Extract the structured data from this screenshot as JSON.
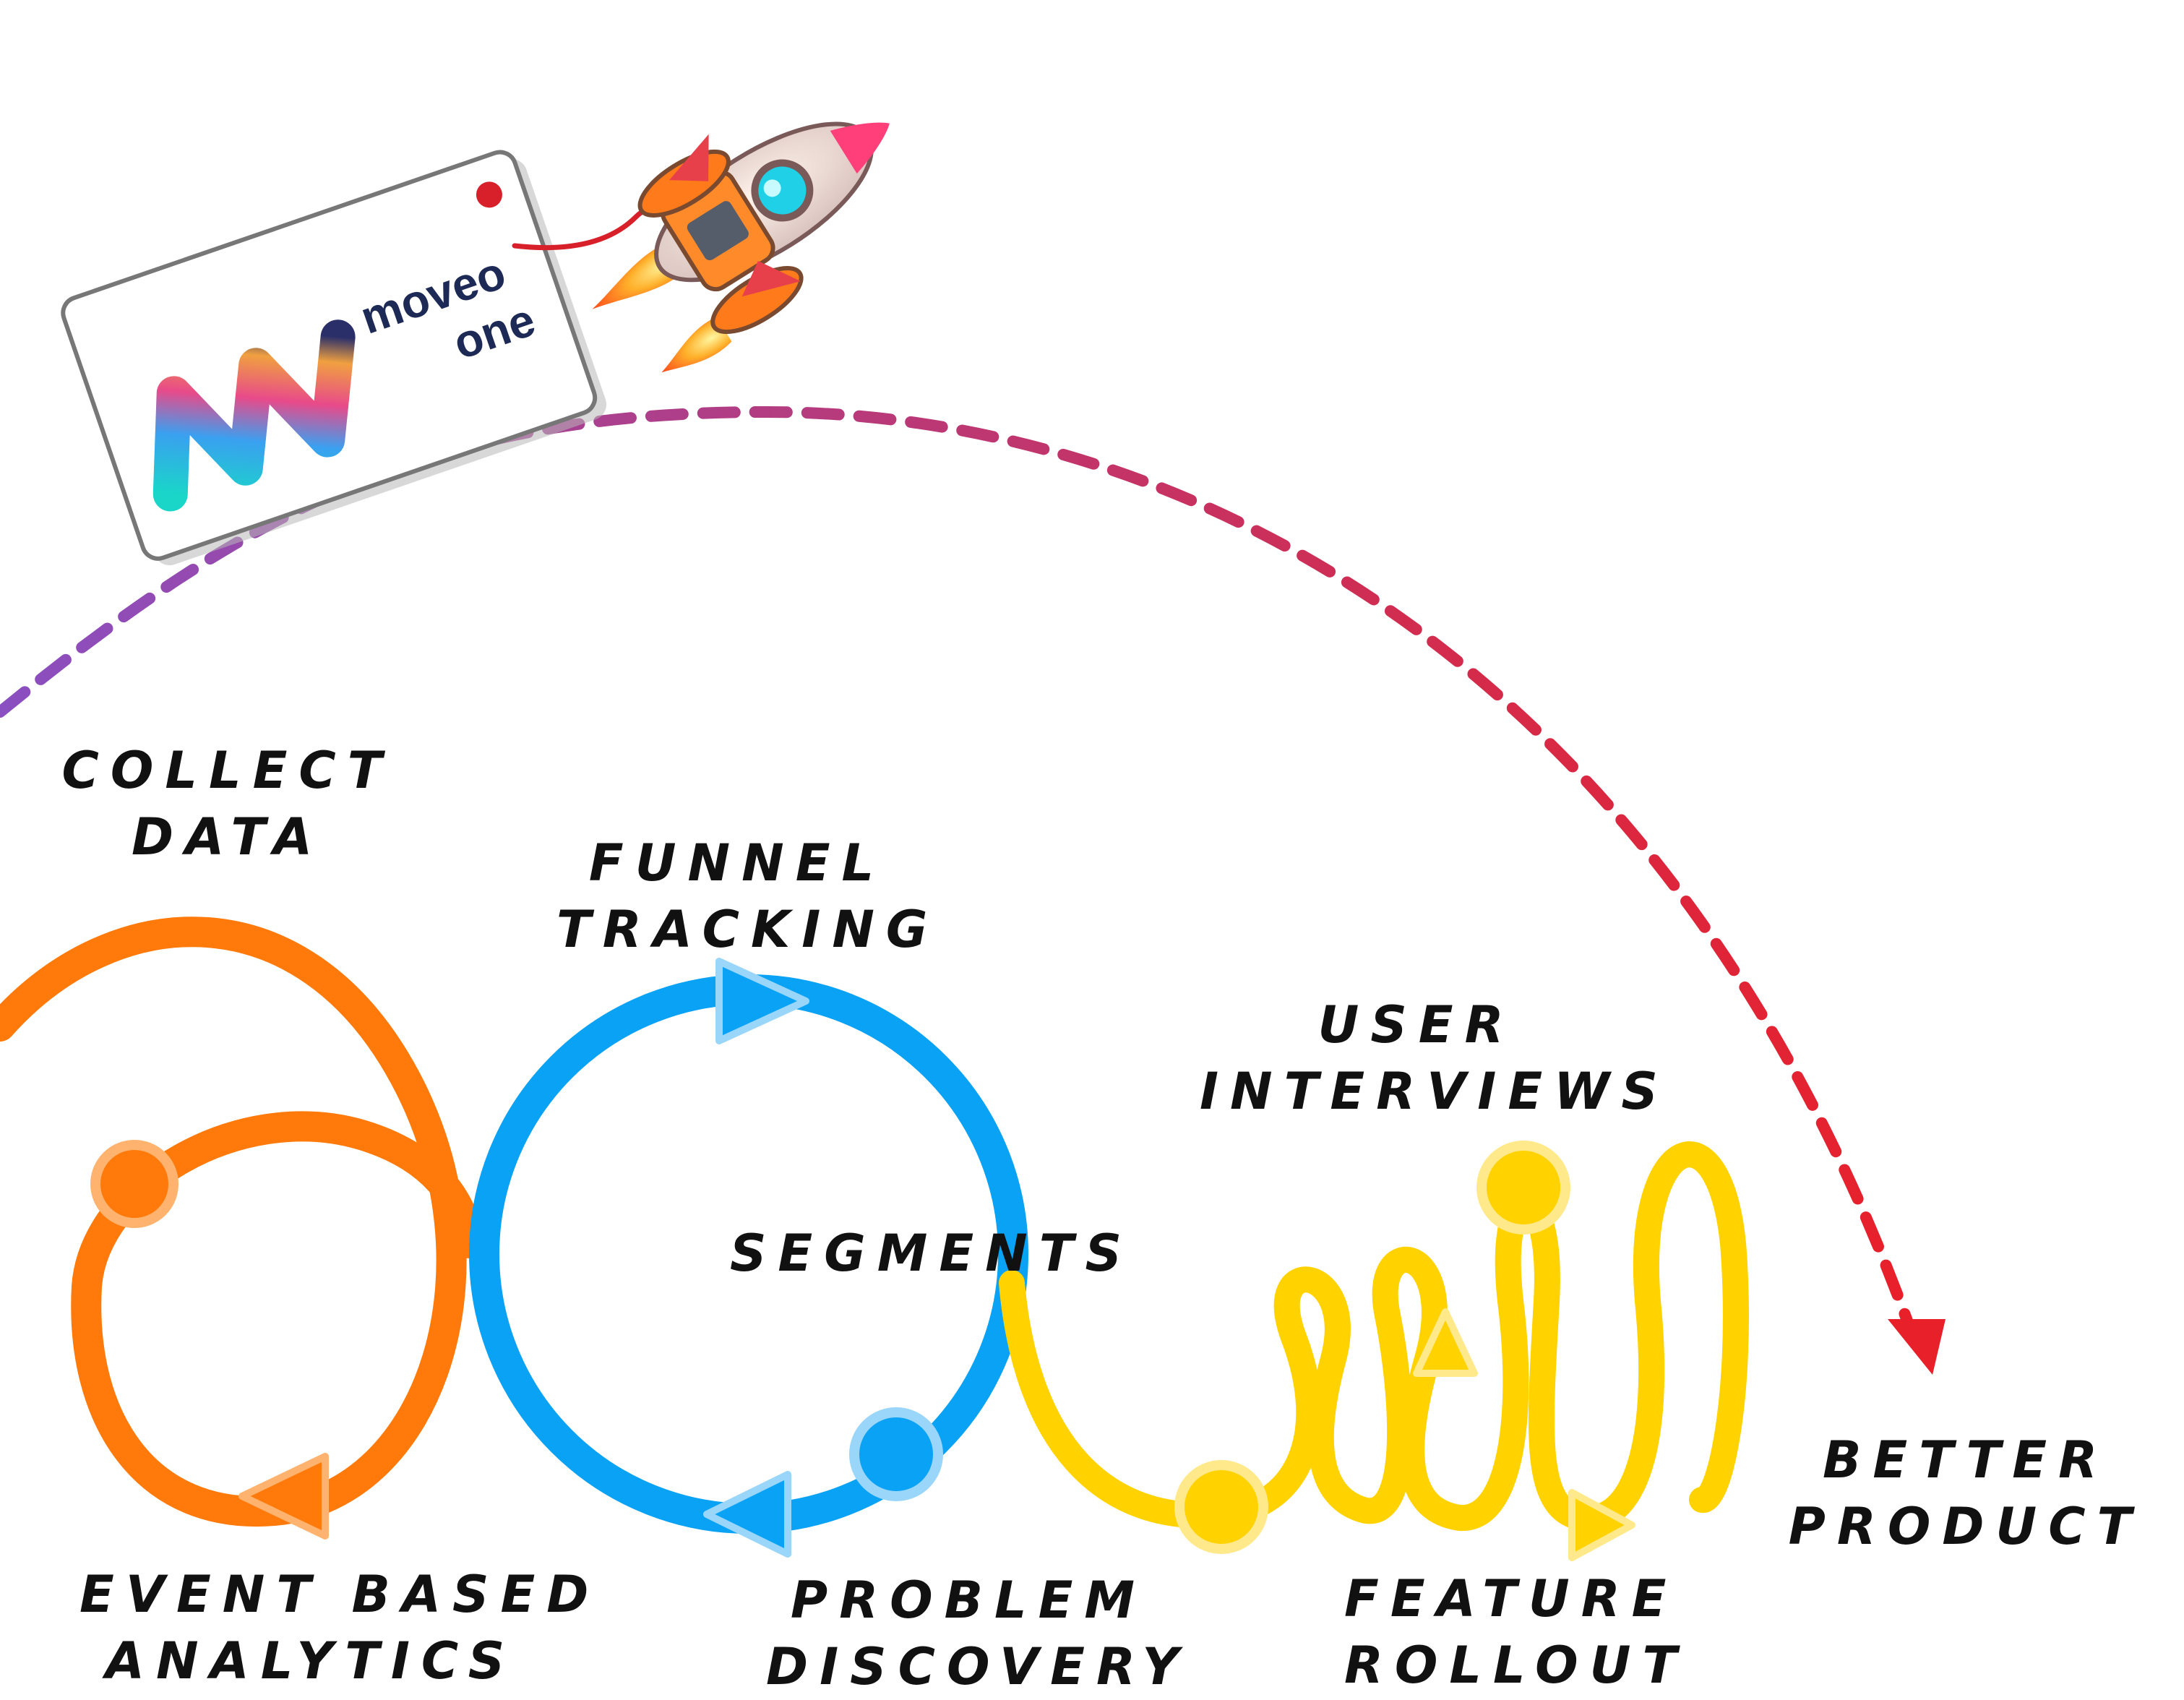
{
  "logo": {
    "brand_line1": "moveo",
    "brand_line2": "one"
  },
  "colors": {
    "orange": "#ff7a0a",
    "blue": "#0aa2f5",
    "yellow": "#ffd200",
    "arc_start": "#8a4fc0",
    "arc_end": "#e8202a",
    "tag_string": "#d8202a"
  },
  "labels": {
    "collect_data": [
      "COLLECT",
      "DATA"
    ],
    "funnel_tracking": [
      "FUNNEL",
      "TRACKING"
    ],
    "user_interviews": [
      "USER",
      "INTERVIEWS"
    ],
    "segments": [
      "SEGMENTS"
    ],
    "better_product": [
      "BETTER",
      "PRODUCT"
    ],
    "event_based_analytics": [
      "EVENT BASED",
      "ANALYTICS"
    ],
    "problem_discovery": [
      "PROBLEM",
      "DISCOVERY"
    ],
    "feature_rollout": [
      "FEATURE",
      "ROLLOUT"
    ]
  },
  "icons": {
    "rocket": "rocket-icon",
    "logo_mark": "moveo-logo-mark-icon"
  }
}
